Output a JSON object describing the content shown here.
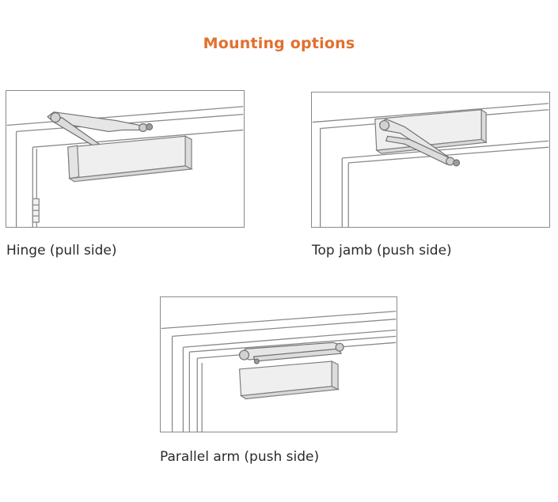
{
  "title": "Mounting options",
  "colors": {
    "title": "#e36f2d",
    "caption": "#2b2b2b",
    "line": "#8a8a8a",
    "closer_body": "#efefef"
  },
  "options": [
    {
      "label": "Hinge (pull side)"
    },
    {
      "label": "Top jamb (push side)"
    },
    {
      "label": "Parallel arm (push side)"
    }
  ]
}
